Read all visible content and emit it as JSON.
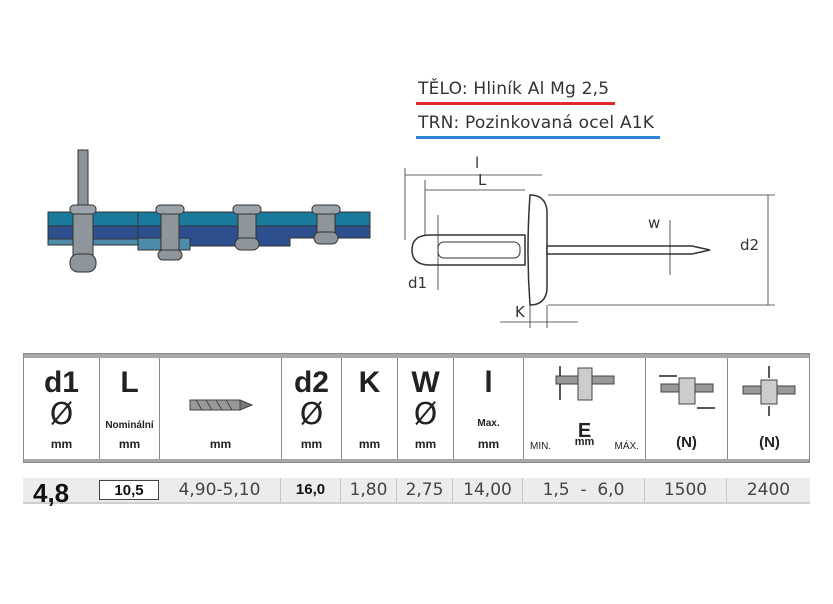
{
  "material": {
    "body": "TĚLO: Hliník Al Mg  2,5",
    "pin": "TRN: Pozinkovaná ocel   A1K",
    "body_color": "#e02c2c",
    "pin_color": "#2f84d8"
  },
  "drawing_labels": {
    "l": "l",
    "L": "L",
    "w": "w",
    "d2": "d2",
    "d1": "d1",
    "K": "K"
  },
  "table": {
    "headers": {
      "d1": "d1",
      "d1_symbol": "Ø",
      "d1_unit": "mm",
      "L": "L",
      "L_note": "Nominální",
      "L_unit": "mm",
      "drill_unit": "mm",
      "d2": "d2",
      "d2_symbol": "Ø",
      "d2_unit": "mm",
      "K": "K",
      "K_unit": "mm",
      "W": "W",
      "W_symbol": "Ø",
      "W_unit": "mm",
      "l": "l",
      "l_note": "Max.",
      "l_unit": "mm",
      "E": "E",
      "E_unit": "mm",
      "E_min": "MIN.",
      "E_max": "MÁX.",
      "shear_unit": "(N)",
      "tensile_unit": "(N)"
    },
    "row": {
      "size": "4,8",
      "L": "10,5",
      "drill": "4,90-5,10",
      "d2": "16,0",
      "K": "1,80",
      "W": "2,75",
      "l_max": "14,00",
      "E": "1,5  -  6,0",
      "shear": "1500",
      "tensile": "2400"
    }
  },
  "icons": {
    "drill": "drill-bit-icon",
    "grip": "grip-range-icon",
    "shear": "shear-force-icon",
    "tensile": "tensile-force-icon"
  }
}
